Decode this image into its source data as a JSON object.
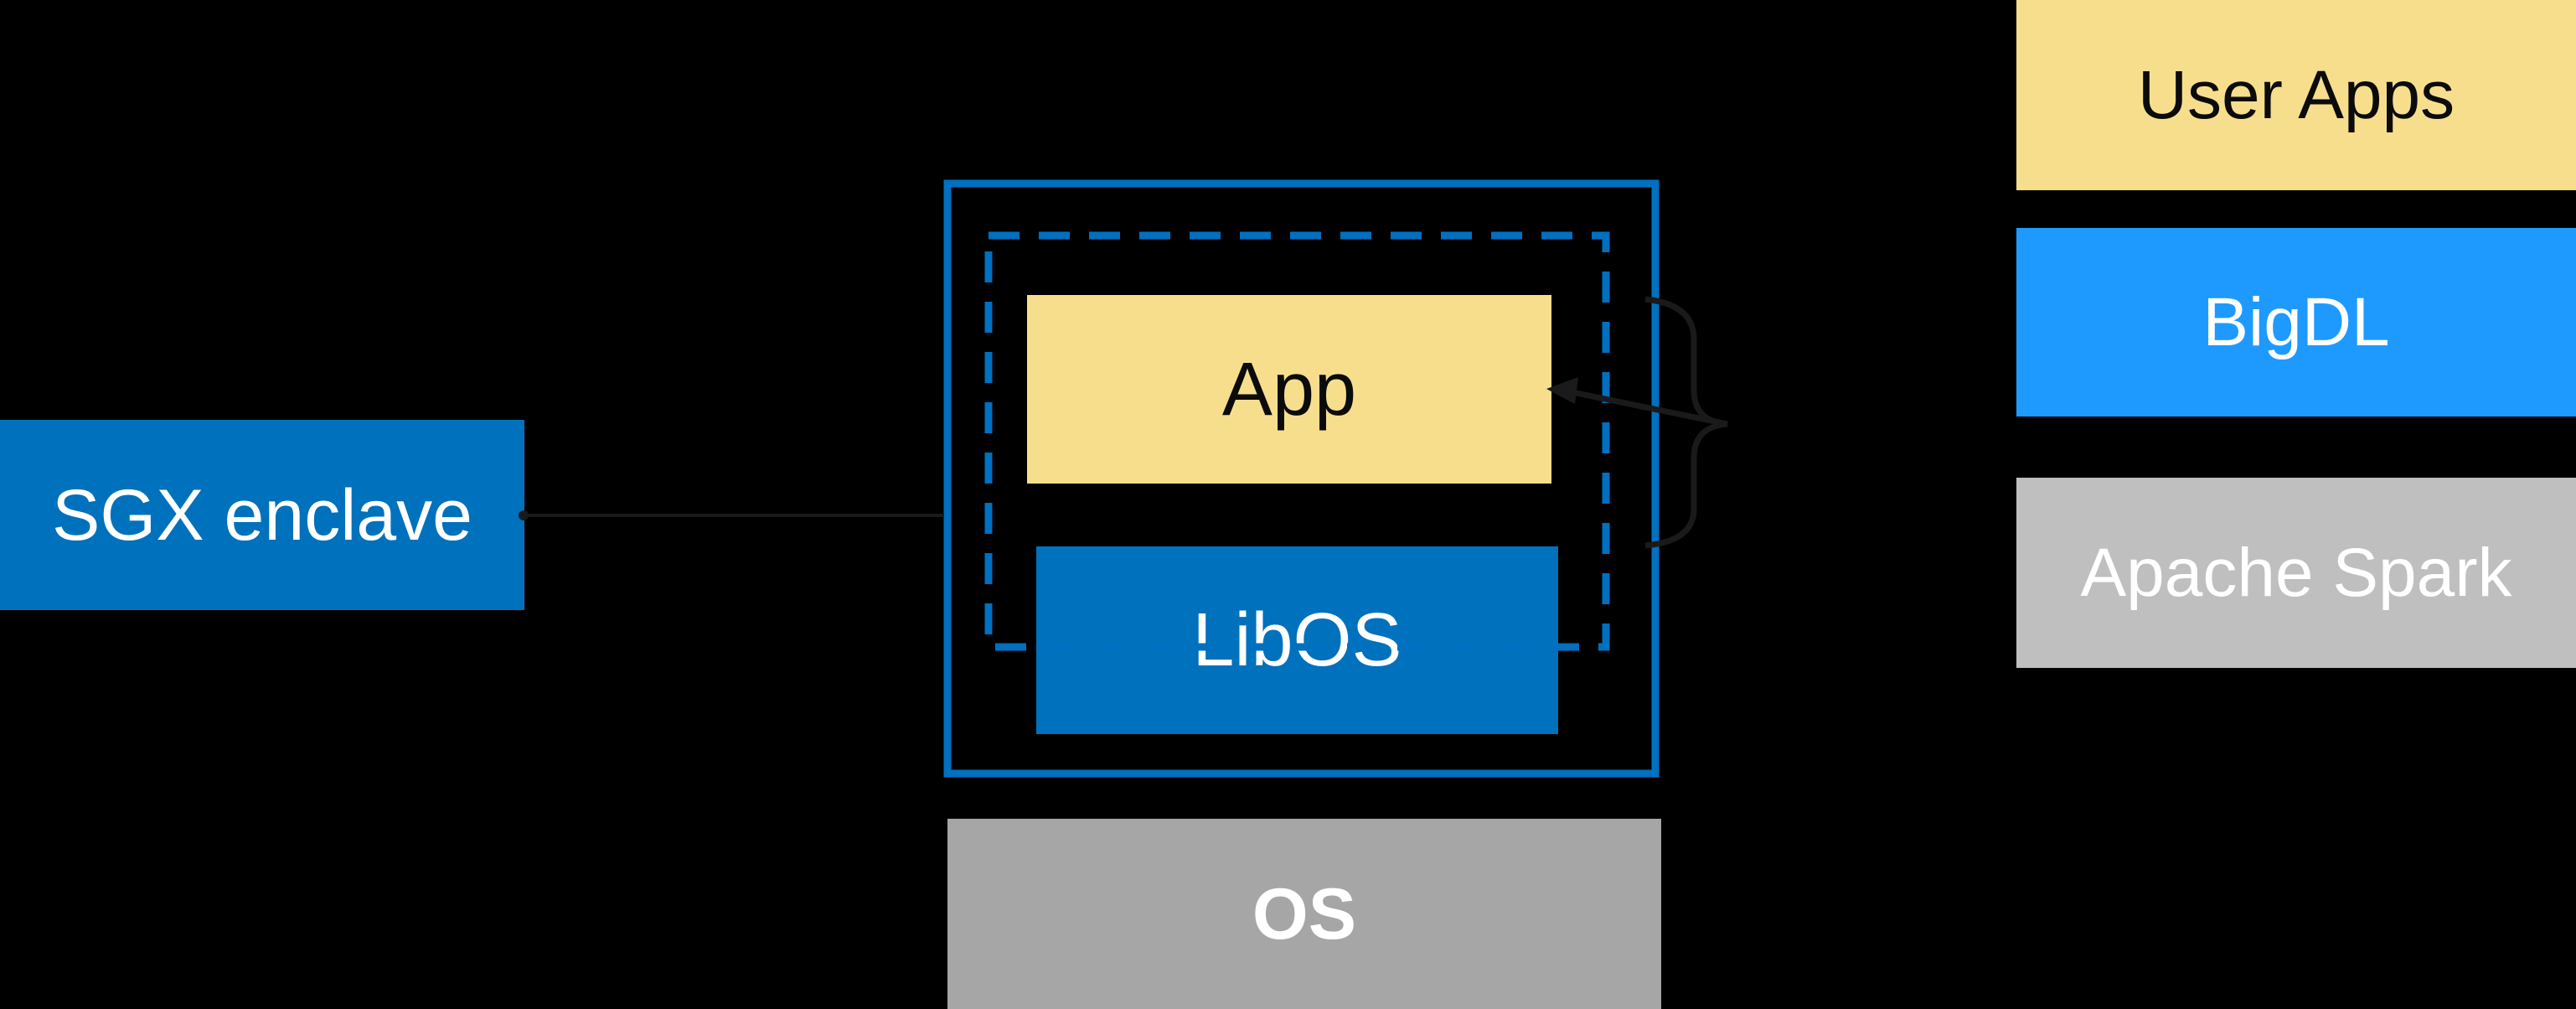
{
  "canvas": {
    "background": "#000000"
  },
  "colors": {
    "intel_blue_fill": "#0071BC",
    "enclave_border_blue": "#0070C0",
    "bright_blue_fill": "#1E9AFF",
    "yellow_fill": "#F6DE8D",
    "light_gray_fill": "#BFBFBF",
    "medium_gray_fill": "#A6A6A6",
    "connector_dark": "#1A1A1A",
    "text_light": "#FFFFFF",
    "text_dark": "#0B0B0B"
  },
  "left": {
    "sgx_enclave": {
      "label": "SGX enclave"
    }
  },
  "center": {
    "app": {
      "label": "App"
    },
    "libos": {
      "label": "LibOS"
    },
    "os": {
      "label": "OS"
    }
  },
  "right": {
    "user_apps": {
      "label": "User Apps"
    },
    "bigdl": {
      "label": "BigDL"
    },
    "apache_spark": {
      "label": "Apache Spark"
    }
  }
}
